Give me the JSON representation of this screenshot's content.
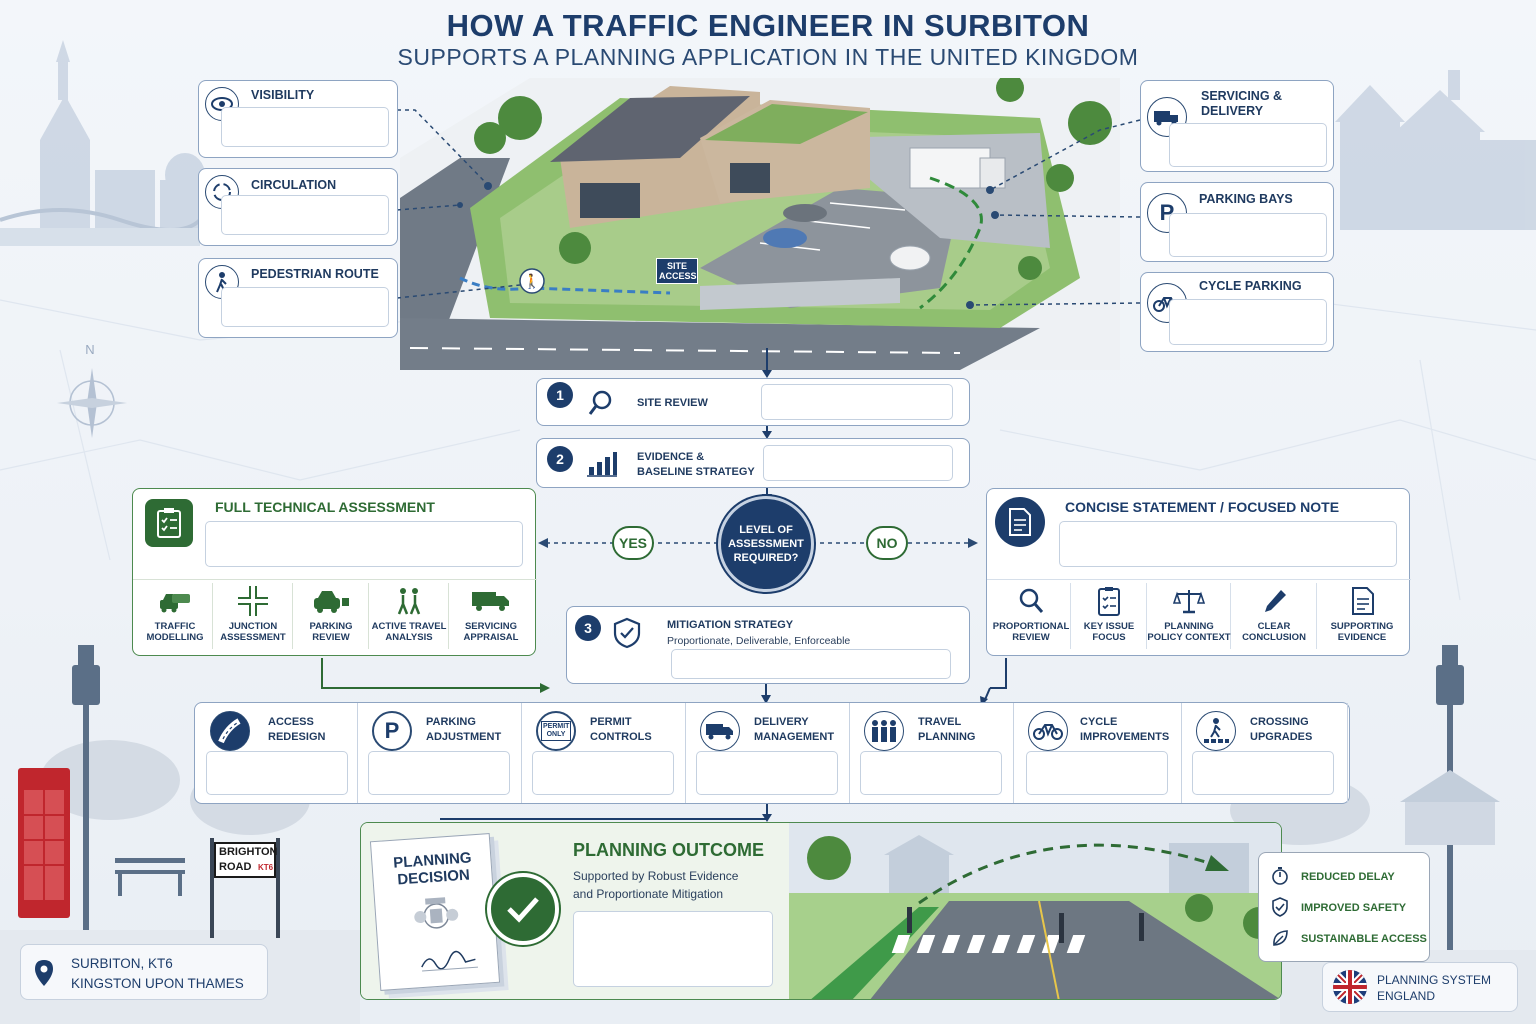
{
  "title": {
    "line1": "HOW A TRAFFIC ENGINEER IN SURBITON",
    "line2": "SUPPORTS A PLANNING APPLICATION IN THE UNITED KINGDOM"
  },
  "site_labels": {
    "site_access": "SITE ACCESS",
    "compass": "N"
  },
  "left_callouts": [
    {
      "label": "VISIBILITY",
      "icon": "eye-icon"
    },
    {
      "label": "CIRCULATION",
      "icon": "circulation-arrows-icon"
    },
    {
      "label": "PEDESTRIAN ROUTE",
      "icon": "pedestrian-icon"
    }
  ],
  "right_callouts": [
    {
      "label": "SERVICING & DELIVERY",
      "icon": "delivery-truck-icon"
    },
    {
      "label": "PARKING BAYS",
      "icon": "parking-icon"
    },
    {
      "label": "CYCLE PARKING",
      "icon": "bicycle-icon"
    }
  ],
  "steps": [
    {
      "number": "1",
      "label": "SITE REVIEW",
      "icon": "magnifier-icon"
    },
    {
      "number": "2",
      "label": "EVIDENCE & BASELINE STRATEGY",
      "icon": "bar-chart-icon"
    },
    {
      "number": "3",
      "label": "MITIGATION STRATEGY",
      "subtitle": "Proportionate, Deliverable, Enforceable",
      "icon": "shield-check-icon"
    }
  ],
  "decision": {
    "question": "LEVEL OF ASSESSMENT REQUIRED?",
    "yes": "YES",
    "no": "NO"
  },
  "full_assessment": {
    "title": "FULL TECHNICAL ASSESSMENT",
    "icon": "clipboard-checklist-icon",
    "items": [
      {
        "label": "TRAFFIC MODELLING",
        "icon": "cars-icon"
      },
      {
        "label": "JUNCTION ASSESSMENT",
        "icon": "junction-icon"
      },
      {
        "label": "PARKING REVIEW",
        "icon": "car-parking-icon"
      },
      {
        "label": "ACTIVE TRAVEL ANALYSIS",
        "icon": "walking-people-icon"
      },
      {
        "label": "SERVICING APPRAISAL",
        "icon": "truck-icon"
      }
    ]
  },
  "concise_statement": {
    "title": "CONCISE STATEMENT / FOCUSED NOTE",
    "icon": "document-icon",
    "items": [
      {
        "label": "PROPORTIONAL REVIEW",
        "icon": "magnifier-icon"
      },
      {
        "label": "KEY ISSUE FOCUS",
        "icon": "checklist-icon"
      },
      {
        "label": "PLANNING POLICY CONTEXT",
        "icon": "scales-icon"
      },
      {
        "label": "CLEAR CONCLUSION",
        "icon": "pen-icon"
      },
      {
        "label": "SUPPORTING EVIDENCE",
        "icon": "document-icon"
      }
    ]
  },
  "mitigations": [
    {
      "label": "ACCESS REDESIGN",
      "icon": "road-icon"
    },
    {
      "label": "PARKING ADJUSTMENT",
      "icon": "parking-icon"
    },
    {
      "label": "PERMIT CONTROLS",
      "icon": "permit-only-sign-icon",
      "sign_text": "PERMIT ONLY"
    },
    {
      "label": "DELIVERY MANAGEMENT",
      "icon": "delivery-truck-icon"
    },
    {
      "label": "TRAVEL PLANNING",
      "icon": "people-group-icon"
    },
    {
      "label": "CYCLE IMPROVEMENTS",
      "icon": "bicycle-icon"
    },
    {
      "label": "CROSSING UPGRADES",
      "icon": "crossing-icon"
    }
  ],
  "outcome": {
    "document_title": "PLANNING DECISION",
    "title": "PLANNING OUTCOME",
    "subtitle_line1": "Supported by Robust Evidence",
    "subtitle_line2": "and Proportionate Mitigation",
    "benefits": [
      {
        "label": "REDUCED DELAY",
        "icon": "stopwatch-icon"
      },
      {
        "label": "IMPROVED SAFETY",
        "icon": "shield-check-icon"
      },
      {
        "label": "SUSTAINABLE ACCESS",
        "icon": "leaf-icon"
      }
    ]
  },
  "street_sign": {
    "line1": "BRIGHTON",
    "line2": "ROAD",
    "code": "KT6"
  },
  "location": {
    "line1": "SURBITON, KT6",
    "line2": "KINGSTON UPON THAMES"
  },
  "planning_system": {
    "line1": "PLANNING SYSTEM",
    "line2": "ENGLAND"
  },
  "colors": {
    "navy": "#1d3d6b",
    "green": "#2e6b34",
    "accent_red": "#c0262d"
  }
}
